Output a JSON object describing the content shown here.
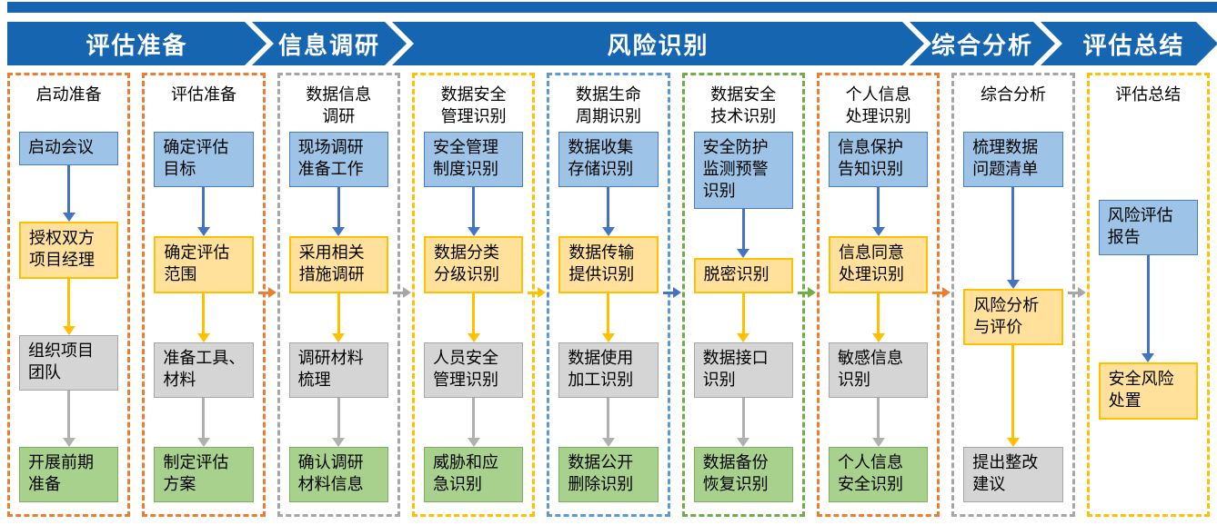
{
  "colors": {
    "banner_blue": "#1565B0",
    "box_blue_fill": "#9DC3E6",
    "box_blue_border": "#4A7EBB",
    "box_yellow_fill": "#FFE19B",
    "box_yellow_border": "#FFC000",
    "box_gray_fill": "#D5D5D5",
    "box_gray_border": "#A6A6A6",
    "box_green_fill": "#A9D18E",
    "box_green_border": "#7CAE5C",
    "arrow_blue": "#4472C4",
    "arrow_yellow": "#FFC000",
    "arrow_gray": "#B0B0B0"
  },
  "banner": {
    "phases": [
      {
        "label": "评估准备"
      },
      {
        "label": "信息调研"
      },
      {
        "label": "风险识别"
      },
      {
        "label": "综合分析"
      },
      {
        "label": "评估总结"
      }
    ]
  },
  "columns": [
    {
      "id": "startup-preparation",
      "title": "启动准备",
      "border_color": "#ED7D31",
      "steps": [
        {
          "label": "启动会议",
          "color": "blue"
        },
        {
          "label": "授权双方\n项目经理",
          "color": "yellow"
        },
        {
          "label": "组织项目\n团队",
          "color": "gray"
        },
        {
          "label": "开展前期\n准备",
          "color": "green"
        }
      ]
    },
    {
      "id": "assessment-preparation",
      "title": "评估准备",
      "border_color": "#ED7D31",
      "steps": [
        {
          "label": "确定评估\n目标",
          "color": "blue"
        },
        {
          "label": "确定评估\n范围",
          "color": "yellow"
        },
        {
          "label": "准备工具、\n材料",
          "color": "gray"
        },
        {
          "label": "制定评估\n方案",
          "color": "green"
        }
      ]
    },
    {
      "id": "data-information-research",
      "title": "数据信息\n调研",
      "border_color": "#A6A6A6",
      "steps": [
        {
          "label": "现场调研\n准备工作",
          "color": "blue"
        },
        {
          "label": "采用相关\n措施调研",
          "color": "yellow"
        },
        {
          "label": "调研材料\n梳理",
          "color": "gray"
        },
        {
          "label": "确认调研\n材料信息",
          "color": "green"
        }
      ]
    },
    {
      "id": "data-security-management-identification",
      "title": "数据安全\n管理识别",
      "border_color": "#FFC000",
      "steps": [
        {
          "label": "安全管理\n制度识别",
          "color": "blue"
        },
        {
          "label": "数据分类\n分级识别",
          "color": "yellow"
        },
        {
          "label": "人员安全\n管理识别",
          "color": "gray"
        },
        {
          "label": "威胁和应\n急识别",
          "color": "green"
        }
      ]
    },
    {
      "id": "data-lifecycle-identification",
      "title": "数据生命\n周期识别",
      "border_color": "#5B9BD5",
      "steps": [
        {
          "label": "数据收集\n存储识别",
          "color": "blue"
        },
        {
          "label": "数据传输\n提供识别",
          "color": "yellow"
        },
        {
          "label": "数据使用\n加工识别",
          "color": "gray"
        },
        {
          "label": "数据公开\n删除识别",
          "color": "green"
        }
      ]
    },
    {
      "id": "data-security-technology-identification",
      "title": "数据安全\n技术识别",
      "border_color": "#70AD47",
      "steps": [
        {
          "label": "安全防护\n监测预警\n识别",
          "color": "blue"
        },
        {
          "label": "脱密识别",
          "color": "yellow"
        },
        {
          "label": "数据接口\n识别",
          "color": "gray"
        },
        {
          "label": "数据备份\n恢复识别",
          "color": "green"
        }
      ]
    },
    {
      "id": "personal-information-processing-identification",
      "title": "个人信息\n处理识别",
      "border_color": "#ED7D31",
      "steps": [
        {
          "label": "信息保护\n告知识别",
          "color": "blue"
        },
        {
          "label": "信息同意\n处理识别",
          "color": "yellow"
        },
        {
          "label": "敏感信息\n识别",
          "color": "gray"
        },
        {
          "label": "个人信息\n安全识别",
          "color": "green"
        }
      ]
    },
    {
      "id": "comprehensive-analysis",
      "title": "综合分析",
      "border_color": "#A6A6A6",
      "steps": [
        {
          "label": "梳理数据\n问题清单",
          "color": "blue"
        },
        {
          "label": "风险分析\n与评价",
          "color": "yellow"
        },
        {
          "label": "提出整改\n建议",
          "color": "gray"
        }
      ]
    },
    {
      "id": "assessment-summary",
      "title": "评估总结",
      "border_color": "#FFC000",
      "steps": [
        {
          "label": "风险评估\n报告",
          "color": "blue"
        },
        {
          "label": "安全风险\n处置",
          "color": "yellow"
        }
      ]
    }
  ],
  "connectors": [
    {
      "after_column": 2,
      "color": "#ED7D31"
    },
    {
      "after_column": 3,
      "color": "#A6A6A6"
    },
    {
      "after_column": 4,
      "color": "#FFC000"
    },
    {
      "after_column": 5,
      "color": "#4472C4"
    },
    {
      "after_column": 6,
      "color": "#70AD47"
    },
    {
      "after_column": 7,
      "color": "#ED7D31"
    },
    {
      "after_column": 8,
      "color": "#A6A6A6"
    }
  ]
}
